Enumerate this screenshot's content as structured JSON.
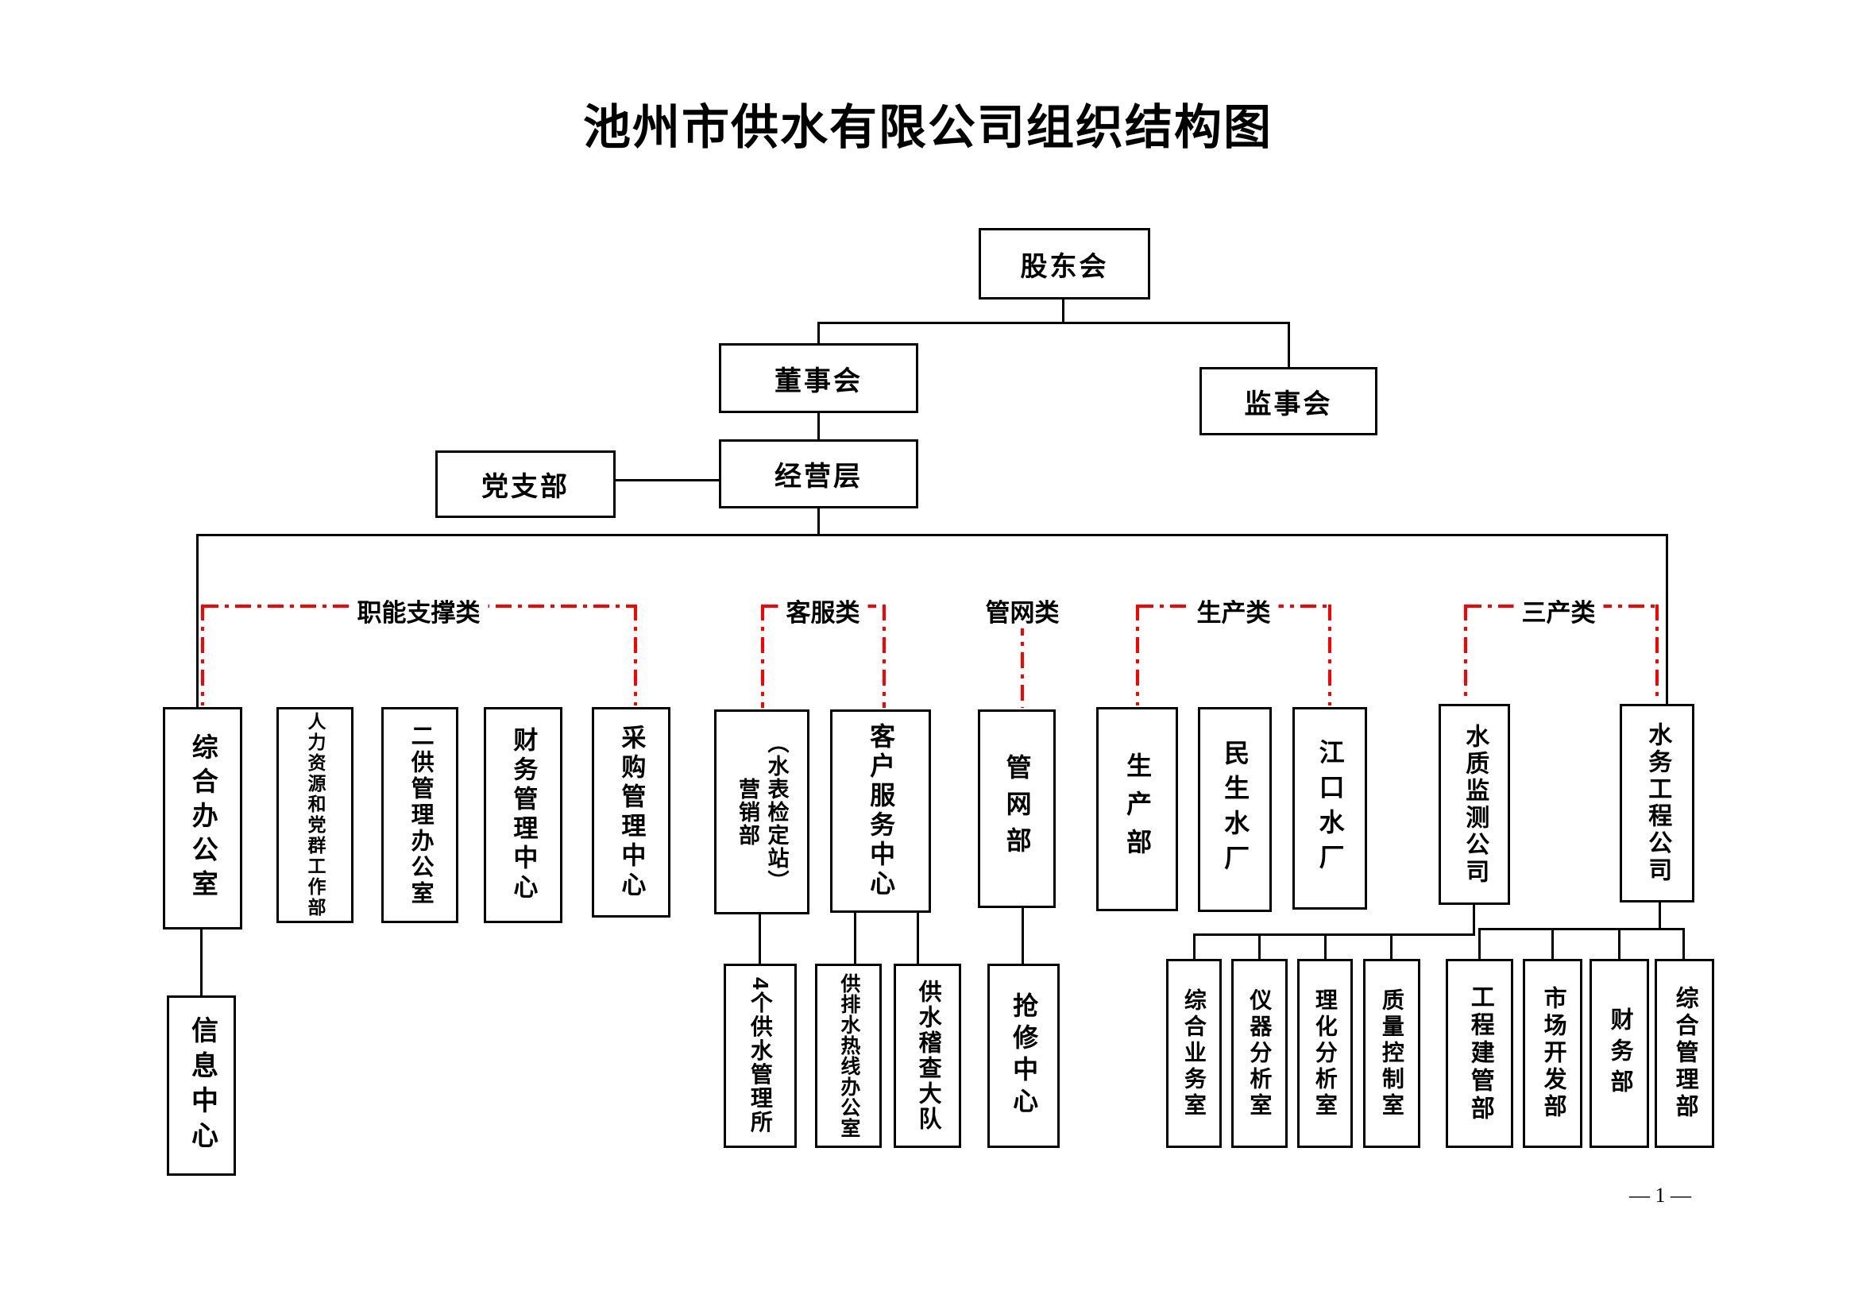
{
  "title": "池州市供水有限公司组织结构图",
  "page_number": "— 1 —",
  "colors": {
    "connector": "#000000",
    "category_line": "#ff0000",
    "background": "#ffffff"
  },
  "governance": {
    "shareholders": "股东会",
    "board": "董事会",
    "supervisors": "监事会",
    "management": "经营层",
    "party_branch": "党支部"
  },
  "categories": [
    {
      "label": "职能支撑类"
    },
    {
      "label": "客服类"
    },
    {
      "label": "管网类"
    },
    {
      "label": "生产类"
    },
    {
      "label": "三产类"
    }
  ],
  "departments": [
    {
      "label": "综合办公室"
    },
    {
      "label": "人力资源和党群工作部"
    },
    {
      "label": "二供管理办公室"
    },
    {
      "label": "财务管理中心"
    },
    {
      "label": "采购管理中心"
    },
    {
      "label": "（水表检定站）\n营销部"
    },
    {
      "label": "客户服务中心"
    },
    {
      "label": "管网部"
    },
    {
      "label": "生产部"
    },
    {
      "label": "民生水厂"
    },
    {
      "label": "江口水厂"
    },
    {
      "label": "水质监测公司"
    },
    {
      "label": "水务工程公司"
    }
  ],
  "sub_departments": [
    {
      "label": "信息中心"
    },
    {
      "label": "4个供水管理所"
    },
    {
      "label": "供排水热线办公室"
    },
    {
      "label": "供水稽查大队"
    },
    {
      "label": "抢修中心"
    },
    {
      "label": "综合业务室"
    },
    {
      "label": "仪器分析室"
    },
    {
      "label": "理化分析室"
    },
    {
      "label": "质量控制室"
    },
    {
      "label": "工程建管部"
    },
    {
      "label": "市场开发部"
    },
    {
      "label": "财务部"
    },
    {
      "label": "综合管理部"
    }
  ]
}
